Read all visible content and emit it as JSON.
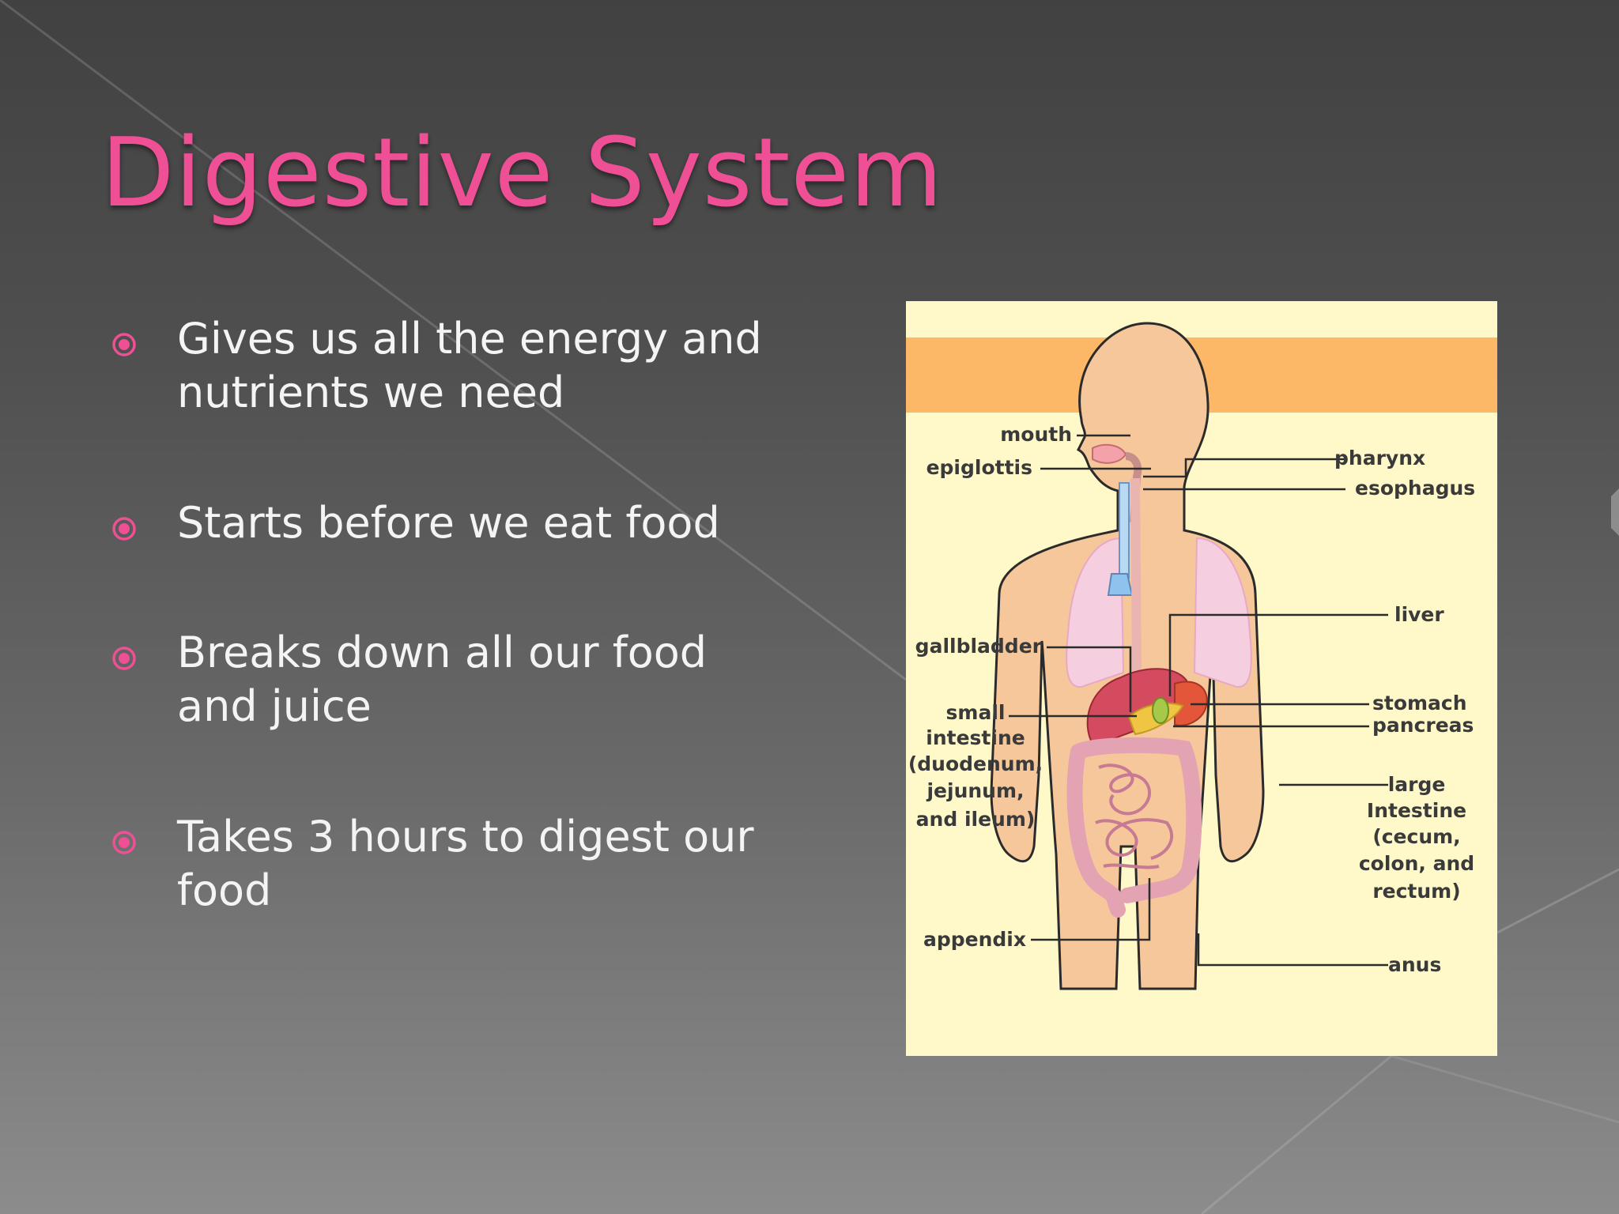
{
  "slide": {
    "title": "Digestive System",
    "bullets": [
      {
        "text": "Gives us all the energy and nutrients we need"
      },
      {
        "text": "Starts before we eat food"
      },
      {
        "text": "Breaks down all our food and juice"
      },
      {
        "text": "Takes 3 hours to digest our food"
      }
    ],
    "bullet_icon": "radio-dot-icon",
    "colors": {
      "title": "#ee4f95",
      "bullet_icon": "#ee4f95",
      "body_text": "#f4f4f4",
      "diagram_background": "#fff9c9",
      "diagram_band": "#fcb767",
      "skin": "#f6c79a"
    }
  },
  "diagram": {
    "labels": {
      "mouth": "mouth",
      "epiglottis": "epiglottis",
      "pharynx": "pharynx",
      "esophagus": "esophagus",
      "liver": "liver",
      "gallbladder": "gallbladder",
      "stomach": "stomach",
      "pancreas": "pancreas",
      "small_intestine": [
        "small",
        "intestine",
        "(duodenum,",
        "jejunum,",
        "and ileum)"
      ],
      "large_intestine": [
        "large",
        "Intestine",
        "(cecum,",
        "colon, and",
        "rectum)"
      ],
      "appendix": "appendix",
      "anus": "anus"
    }
  }
}
